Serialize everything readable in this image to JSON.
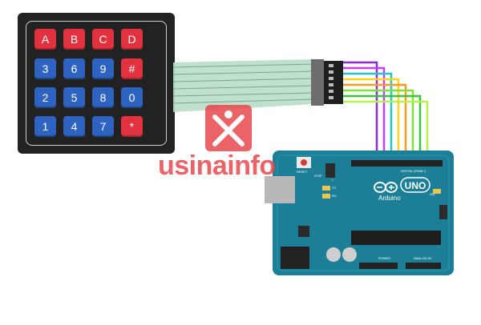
{
  "keypad": {
    "keys": [
      {
        "label": "A",
        "color": "#e23240"
      },
      {
        "label": "B",
        "color": "#e23240"
      },
      {
        "label": "C",
        "color": "#e23240"
      },
      {
        "label": "D",
        "color": "#e23240"
      },
      {
        "label": "3",
        "color": "#2f63c2"
      },
      {
        "label": "6",
        "color": "#2f63c2"
      },
      {
        "label": "9",
        "color": "#2f63c2"
      },
      {
        "label": "#",
        "color": "#e23240"
      },
      {
        "label": "2",
        "color": "#2f63c2"
      },
      {
        "label": "5",
        "color": "#2f63c2"
      },
      {
        "label": "8",
        "color": "#2f63c2"
      },
      {
        "label": "0",
        "color": "#2f63c2"
      },
      {
        "label": "1",
        "color": "#2f63c2"
      },
      {
        "label": "4",
        "color": "#2f63c2"
      },
      {
        "label": "7",
        "color": "#2f63c2"
      },
      {
        "label": "*",
        "color": "#e23240"
      }
    ]
  },
  "watermark": {
    "text": "usinainfo",
    "color": "#e8474d"
  },
  "board": {
    "logo_text": "UNO",
    "brand_text": "Arduino",
    "reset_label": "RESET",
    "icsp_label": "ICSP",
    "digital_label": "DIGITAL (PWM~)",
    "analog_label": "ANALOG IN",
    "power_label": "POWER",
    "on_label": "ON",
    "tx_label": "TX",
    "rx_label": "RX",
    "l_label": "L",
    "color": "#1c7f97"
  },
  "wires": {
    "colors": [
      "#8a2be2",
      "#c63cff",
      "#1fc7c7",
      "#ffd21f",
      "#ff9a1f",
      "#7be23a",
      "#3bc43b",
      "#b8f04a"
    ]
  }
}
